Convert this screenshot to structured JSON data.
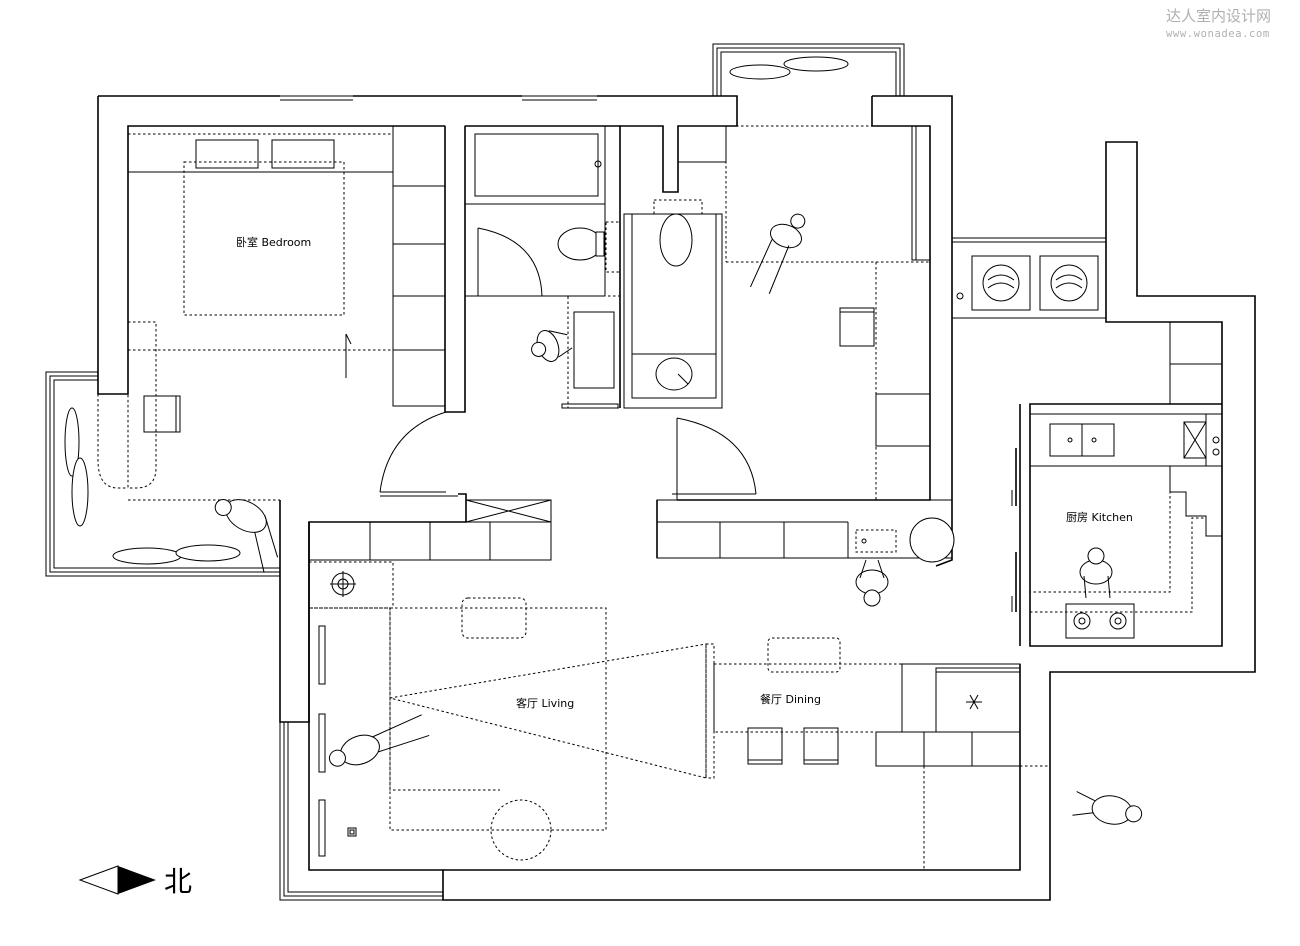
{
  "watermark": {
    "site_name": "达人室内设计网",
    "url": "www.wonadea.com"
  },
  "rooms": {
    "bedroom": "卧室 Bedroom",
    "living": "客厅 Living",
    "dining": "餐厅 Dining",
    "kitchen": "厨房 Kitchen"
  },
  "compass": {
    "north": "北"
  }
}
